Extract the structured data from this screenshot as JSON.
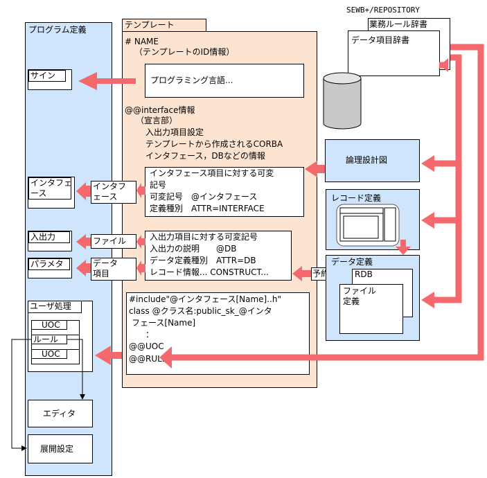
{
  "program_def": {
    "title": "プログラム定義",
    "sign": "サイン",
    "interface_l1": "インタフェ",
    "interface_l2": "ース",
    "io": "入出力",
    "param": "パラメタ",
    "user_proc": "ユーザ処理",
    "uoc1": "UOC",
    "rule": "ルール",
    "uoc2": "UOC",
    "editor": "エディタ",
    "deploy": "展開設定"
  },
  "template": {
    "tab": "テンプレート",
    "name_line1": "# NAME",
    "name_line2": "（テンプレートのID情報）",
    "lang_box": "プログラミング言語...",
    "iface_line1": "@@interface情報",
    "iface_line2": "（宣言部）",
    "iface_line3": "入出力項目設定",
    "iface_line4": "テンプレートから作成されるCORBA",
    "iface_line5": "インタフェース，DBなどの情報",
    "ifbox_line1": "インタフェース項目に対する可変",
    "ifbox_line2": "記号",
    "ifbox_line3": "可変記号　@インタフェース",
    "ifbox_line4": "定義種別　ATTR=INTERFACE",
    "iobox_line1": "入出力項目に対する可変記号",
    "iobox_line2": "入出力の説明　　@DB",
    "iobox_line3": "データ定義種別　ATTR=DB",
    "iobox_line4": "レコード情報... CONSTRUCT...",
    "code_line1": "#include\"@インタフェース[Name]..h\"",
    "code_line2": "class @クラス名:public_sk_@インタ",
    "code_line3": "フェース[Name]",
    "code_line4": "：",
    "code_line5": "@@UOC",
    "code_line6": "@@RULE"
  },
  "mid_labels": {
    "interface_l1": "インタフ",
    "interface_l2": "ェース",
    "file": "ファイル",
    "data_item_l1": "データ",
    "data_item_l2": "項目",
    "reserved": "予約語"
  },
  "repository": {
    "title": "SEWB+/REPOSITORY",
    "business_rule_dict": "業務ルール辞書",
    "data_item_dict": "データ項目辞書",
    "logical_design": "論理設計図",
    "record_def": "レコード定義",
    "data_def": "データ定義",
    "rdb": "RDB",
    "file_def_l1": "ファイル",
    "file_def_l2": "定義"
  },
  "colors": {
    "arrow": "#f4696d",
    "blue_panel": "#cfe5fb",
    "template_panel": "#fde4d1"
  }
}
